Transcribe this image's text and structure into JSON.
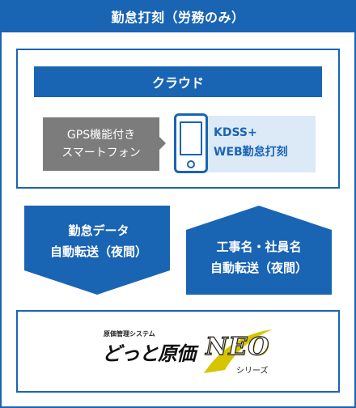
{
  "header": {
    "title": "勤怠打刻（労務のみ）"
  },
  "cloud": {
    "label": "クラウド",
    "gps": {
      "line1": "GPS機能付き",
      "line2": "スマートフォン"
    },
    "kdss": {
      "line1": "KDSS+",
      "line2": "WEB勤怠打刻"
    }
  },
  "arrows": {
    "down": {
      "line1": "勤怠データ",
      "line2": "自動転送（夜間）"
    },
    "up": {
      "line1": "工事名・社員名",
      "line2": "自動転送（夜間）"
    }
  },
  "logo": {
    "sub": "原価管理システム",
    "main": "どっと原価",
    "neo": "NEO",
    "series": "シリーズ"
  },
  "colors": {
    "primary": "#1a64b4",
    "gray": "#7c7c7c",
    "light_blue": "#dce9f7"
  },
  "icons": {
    "device": "smartphone-icon"
  }
}
